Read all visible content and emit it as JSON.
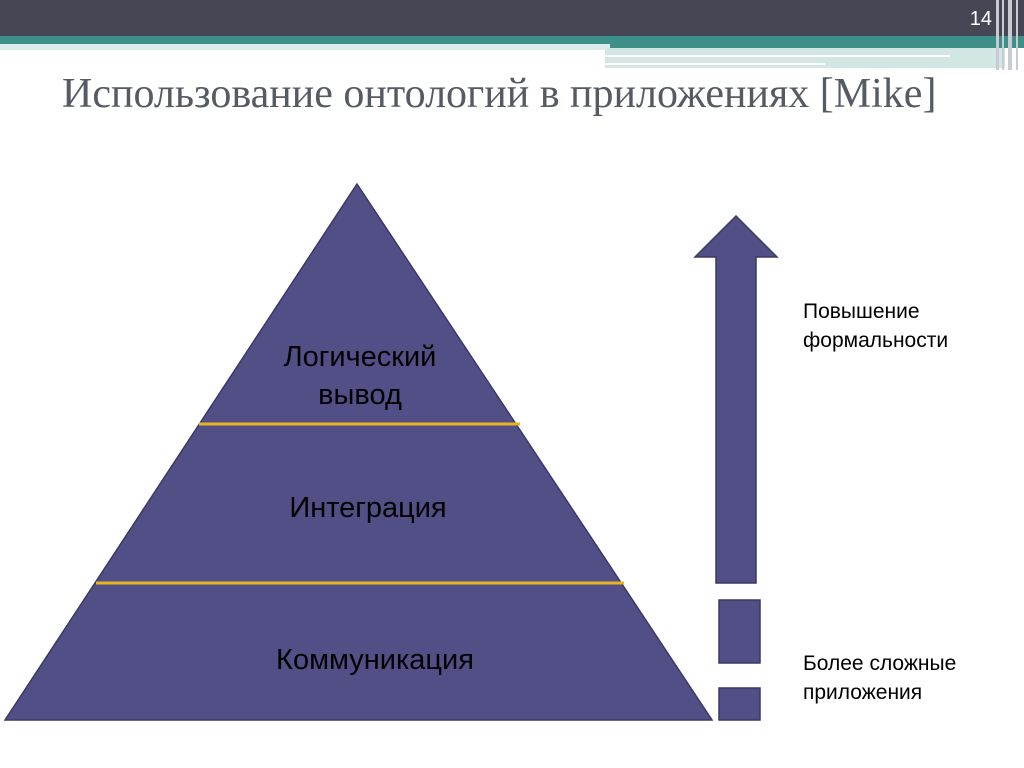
{
  "slide": {
    "number": "14",
    "title": "Использование онтологий в приложениях [Mike]"
  },
  "pyramid": {
    "levels": [
      {
        "label": "Логический вывод"
      },
      {
        "label": "Интеграция"
      },
      {
        "label": "Коммуникация"
      }
    ]
  },
  "arrow": {
    "top_label": "Повышение формальности",
    "bottom_label": "Более сложные приложения"
  },
  "colors": {
    "shape_fill": "#524f86",
    "shape_stroke": "#3a3866",
    "divider": "#e7b421",
    "header_dark": "#454854",
    "header_teal": "#3e8e8a"
  }
}
